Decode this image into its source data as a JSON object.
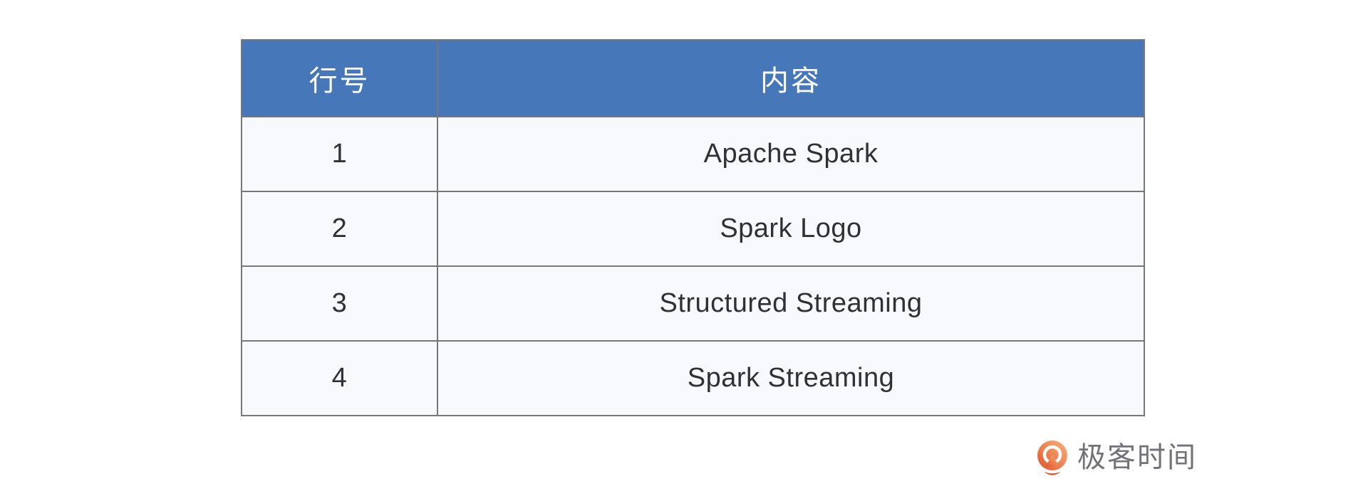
{
  "table": {
    "columns": [
      {
        "label": "行号"
      },
      {
        "label": "内容"
      }
    ],
    "rows": [
      {
        "num": "1",
        "content": "Apache Spark"
      },
      {
        "num": "2",
        "content": "Spark Logo"
      },
      {
        "num": "3",
        "content": "Structured Streaming"
      },
      {
        "num": "4",
        "content": "Spark Streaming"
      }
    ]
  },
  "branding": {
    "logo_text": "极客时间"
  },
  "colors": {
    "header_bg": "#4577b9",
    "header_text": "#ffffff",
    "row_bg": "#f8f9fc",
    "body_text": "#2e3137",
    "border": "#76777b",
    "logo_orange_dark": "#e2532c",
    "logo_orange_light": "#f7b57c",
    "logo_text_color": "#717379",
    "page_bg": "#ffffff"
  }
}
